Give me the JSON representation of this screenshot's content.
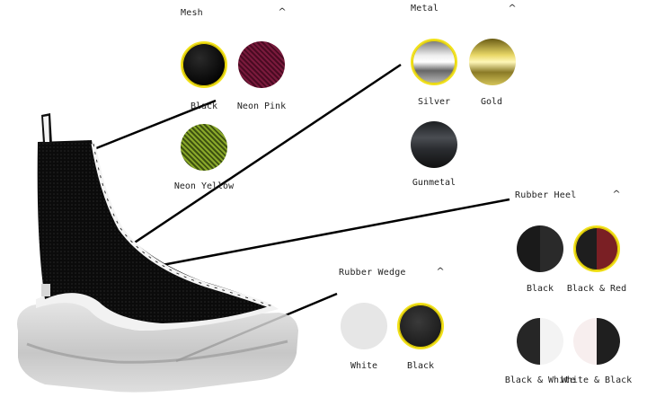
{
  "groups": {
    "mesh": {
      "title": "Mesh",
      "options": [
        {
          "label": "Black",
          "selected": true
        },
        {
          "label": "Neon Pink",
          "selected": false
        },
        {
          "label": "Neon Yellow",
          "selected": false
        }
      ]
    },
    "metal": {
      "title": "Metal",
      "options": [
        {
          "label": "Silver",
          "selected": true
        },
        {
          "label": "Gold",
          "selected": false
        },
        {
          "label": "Gunmetal",
          "selected": false
        }
      ]
    },
    "rubber_heel": {
      "title": "Rubber Heel",
      "options": [
        {
          "label": "Black",
          "selected": false
        },
        {
          "label": "Black & Red",
          "selected": true
        },
        {
          "label": "Black & White",
          "selected": false
        },
        {
          "label": "White & Black",
          "selected": false
        }
      ]
    },
    "rubber_wedge": {
      "title": "Rubber Wedge",
      "options": [
        {
          "label": "White",
          "selected": false
        },
        {
          "label": "Black",
          "selected": true
        }
      ]
    }
  },
  "icons": {
    "collapse": "chevron-up-icon"
  },
  "colors": {
    "selected_ring": "#f2e21a",
    "leader_line": "#000000"
  }
}
